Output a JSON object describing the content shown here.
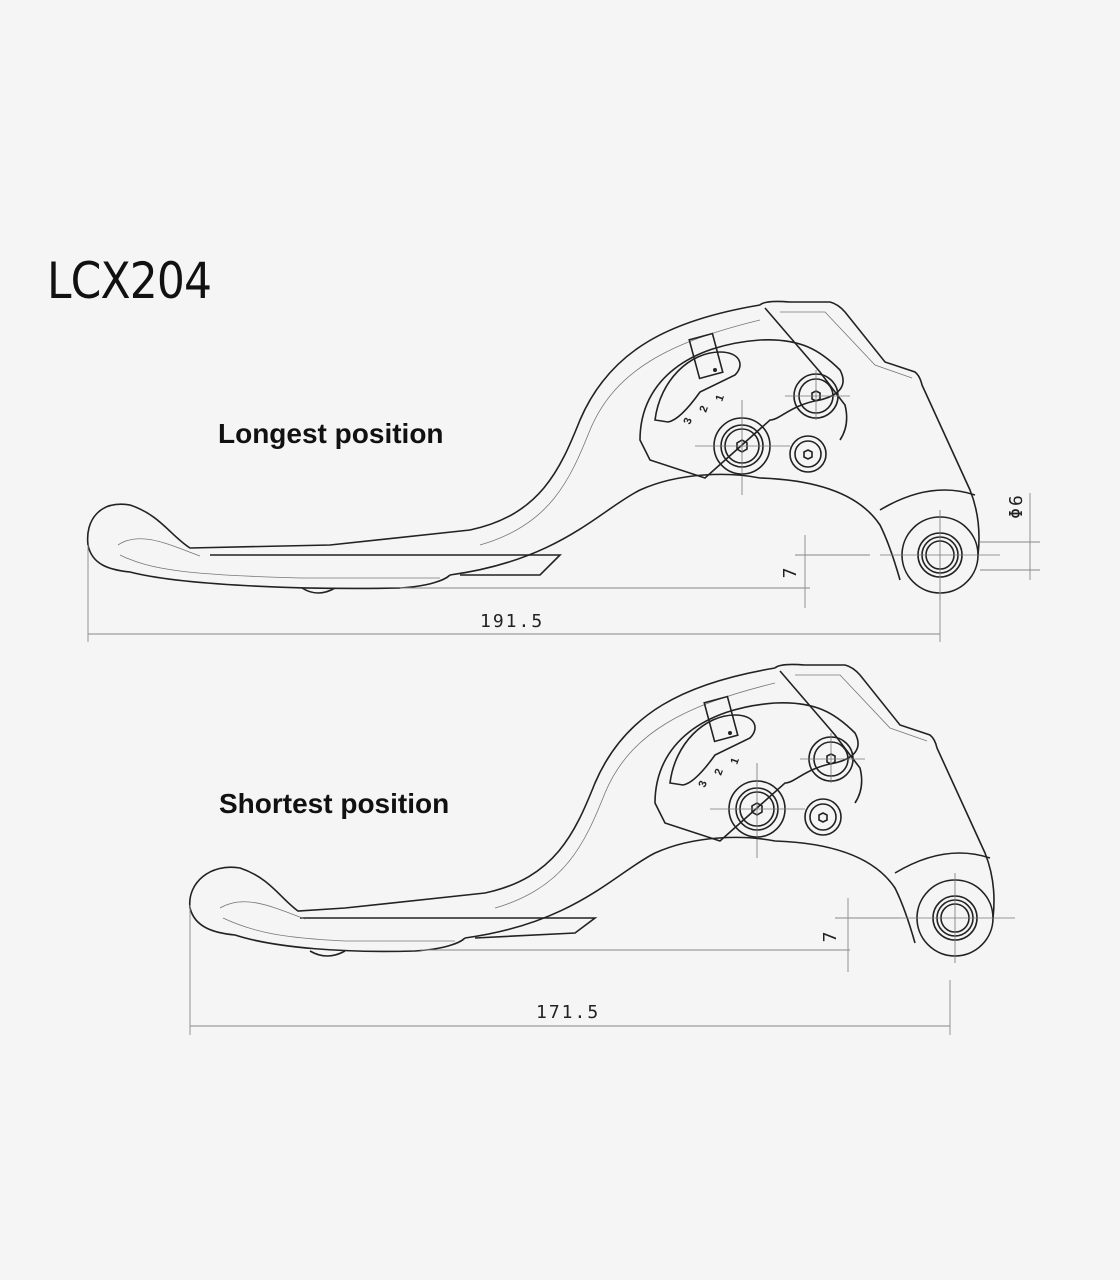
{
  "title": "LCX204",
  "diagrams": [
    {
      "label": "Longest position",
      "length_dim": "191.5",
      "offset_dim": "7",
      "diameter_dim": "Φ6",
      "adjust_positions": [
        "3",
        "2",
        "1"
      ]
    },
    {
      "label": "Shortest position",
      "length_dim": "171.5",
      "offset_dim": "7",
      "adjust_positions": [
        "3",
        "2",
        "1"
      ]
    }
  ]
}
